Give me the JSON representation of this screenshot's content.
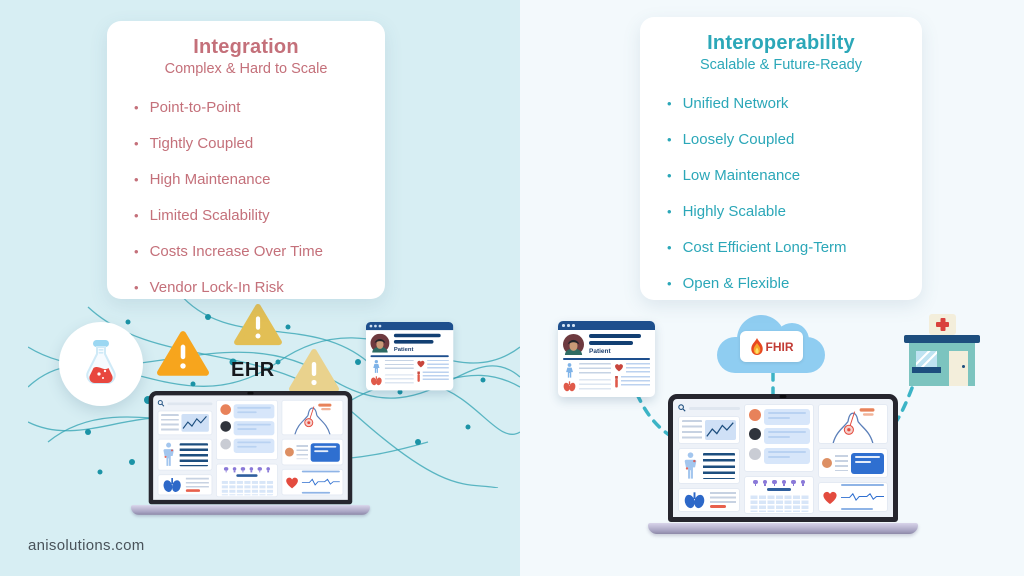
{
  "left_card": {
    "title": "Integration",
    "subtitle": "Complex & Hard to Scale",
    "items": [
      "Point-to-Point",
      "Tightly Coupled",
      "High Maintenance",
      "Limited Scalability",
      "Costs Increase Over Time",
      "Vendor Lock-In Risk"
    ]
  },
  "right_card": {
    "title": "Interoperability",
    "subtitle": "Scalable & Future-Ready",
    "items": [
      "Unified Network",
      "Loosely Coupled",
      "Low Maintenance",
      "Highly Scalable",
      "Cost Efficient Long-Term",
      "Open & Flexible"
    ]
  },
  "labels": {
    "ehr": "EHR",
    "patient": "Patient",
    "fhir": "FHIR",
    "footer": "anisolutions.com"
  },
  "colors": {
    "left_background": "#d7eef3",
    "right_background": "#f3f9fc",
    "integration_accent": "#c4707a",
    "interoperability_accent": "#2ba7b8",
    "warning_orange": "#f7a51d",
    "warning_gold": "#e2bf55",
    "warning_pale": "#e9d28d",
    "network_teal": "#2fa2b2",
    "connector_teal": "#3cb4c6",
    "navy": "#1d4e7e",
    "alert_red": "#e8473f",
    "cloud_blue": "#8fcdf1",
    "hospital_teal": "#7cc4bf"
  },
  "icons": {
    "flask-icon": "lab flask in white circle",
    "warning-icon": "triangle with exclamation mark",
    "search-icon": "magnifier",
    "flame-icon": "FHIR flame",
    "cloud-icon": "cloud",
    "hospital-icon": "clinic building with red cross",
    "heart-icon": "heart",
    "lungs-icon": "lungs",
    "calendar-icon": "calendar grid with pins",
    "patient-avatar-icon": "patient portrait"
  }
}
